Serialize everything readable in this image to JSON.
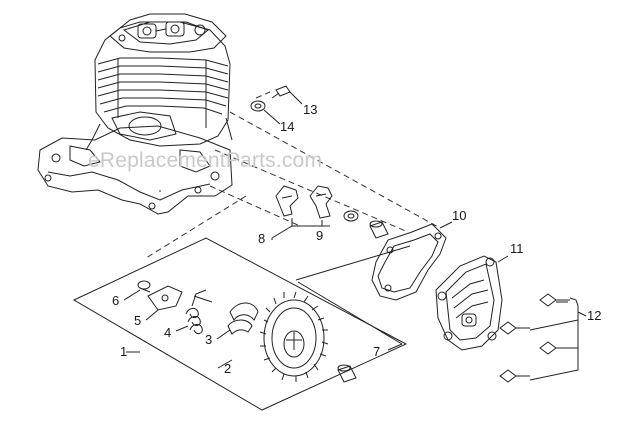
{
  "watermark": "eReplacementParts.com",
  "callouts": [
    {
      "id": "1",
      "label": "1"
    },
    {
      "id": "2",
      "label": "2"
    },
    {
      "id": "3",
      "label": "3"
    },
    {
      "id": "4",
      "label": "4"
    },
    {
      "id": "5",
      "label": "5"
    },
    {
      "id": "6",
      "label": "6"
    },
    {
      "id": "7",
      "label": "7"
    },
    {
      "id": "8",
      "label": "8"
    },
    {
      "id": "9",
      "label": "9"
    },
    {
      "id": "10",
      "label": "10"
    },
    {
      "id": "11",
      "label": "11"
    },
    {
      "id": "12",
      "label": "12"
    },
    {
      "id": "13",
      "label": "13"
    },
    {
      "id": "14",
      "label": "14"
    }
  ],
  "colors": {
    "line": "#222222",
    "watermark": "#c9c9c9",
    "background": "#ffffff"
  }
}
